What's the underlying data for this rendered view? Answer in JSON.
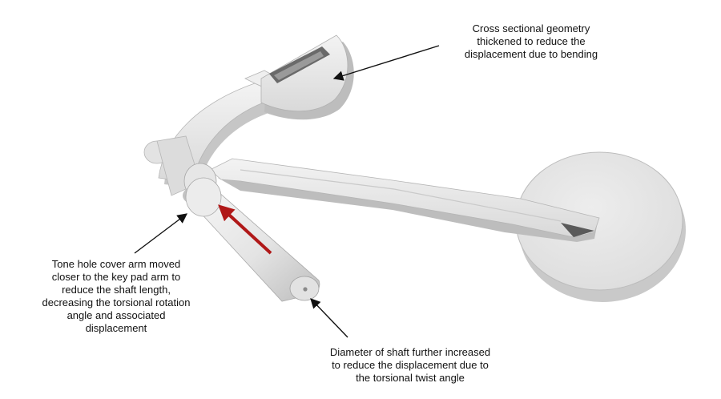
{
  "callouts": {
    "bending": {
      "lines": [
        "Cross sectional geometry",
        "thickened to reduce the",
        "displacement due to bending"
      ]
    },
    "tone_hole": {
      "lines": [
        "Tone hole cover arm moved",
        "closer to the key pad arm to",
        "reduce the shaft length,",
        "decreasing the torsional rotation",
        "angle and associated",
        "displacement"
      ]
    },
    "shaft": {
      "lines": [
        "Diameter of shaft further increased",
        "to reduce the displacement due to",
        "the torsional twist angle"
      ]
    }
  },
  "colors": {
    "part_fill": "#e9e9e9",
    "part_shade": "#c8c8c8",
    "part_edge": "#9a9a9a",
    "arrow_red": "#b01818",
    "leader": "#111111"
  }
}
